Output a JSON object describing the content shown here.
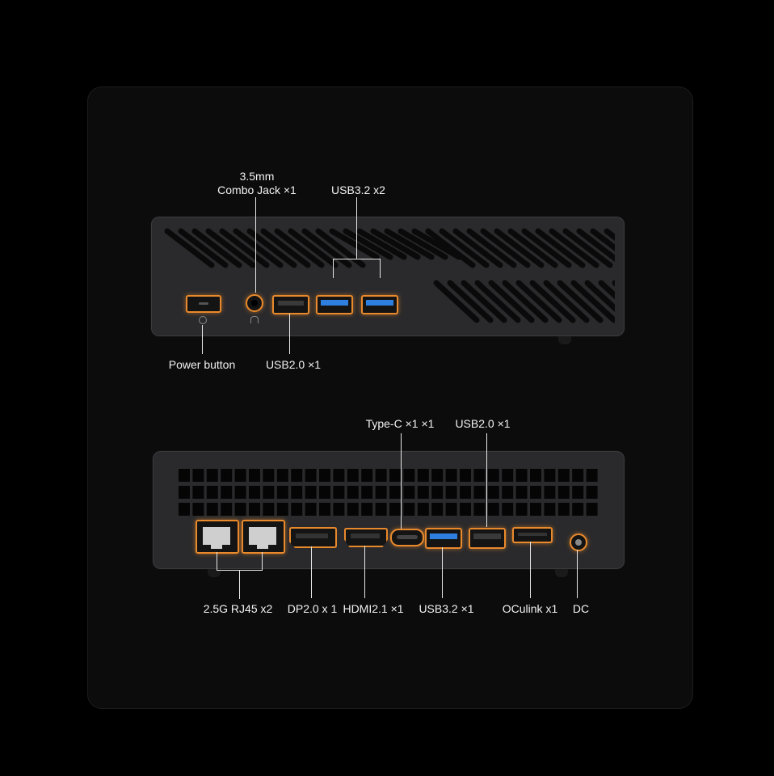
{
  "top_unit": {
    "labels": {
      "combo_jack_line1": "3.5mm",
      "combo_jack_line2": "Combo Jack ×1",
      "usb32": "USB3.2 x2",
      "power_button": "Power button",
      "usb20": "USB2.0  ×1"
    }
  },
  "bottom_unit": {
    "labels": {
      "type_c": "Type-C ×1 ×1",
      "usb20": "USB2.0 ×1",
      "rj45": "2.5G RJ45 x2",
      "dp": "DP2.0 x 1",
      "hdmi": "HDMI2.1 ×1",
      "usb32": "USB3.2 ×1",
      "oculink": "OCulink x1",
      "dc": "DC"
    }
  },
  "colors": {
    "accent": "#e8892c",
    "usb3_blue": "#2f7fe0",
    "chassis": "#2a2a2c"
  }
}
